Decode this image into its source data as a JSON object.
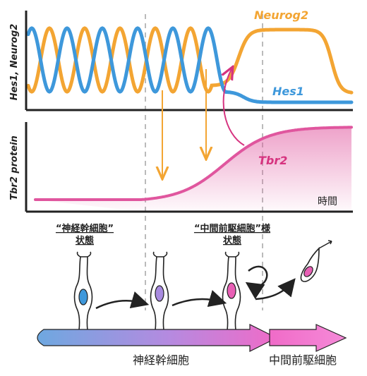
{
  "top_panel": {
    "ylabel": "Hes1, Neurog2",
    "series": [
      {
        "name": "Neurog2",
        "color": "#F3A533"
      },
      {
        "name": "Hes1",
        "color": "#3E98DB"
      }
    ]
  },
  "bottom_panel": {
    "ylabel": "Tbr2 protein",
    "xlabel": "時間",
    "series": [
      {
        "name": "Tbr2",
        "color": "#E0569E"
      }
    ]
  },
  "states": {
    "neural_stem": {
      "line1": "“神経幹細胞”",
      "line2": "状態"
    },
    "intermediate_like": {
      "line1": "“中間前駆細胞”様",
      "line2": "状態"
    }
  },
  "bottom_arrow": {
    "label_left": "神経幹細胞",
    "label_right": "中間前駆細胞"
  },
  "colors": {
    "neurog2": "#F3A533",
    "hes1": "#3E98DB",
    "tbr2": "#E0569E",
    "axis": "#222222",
    "dashed": "#BBBBBB",
    "grad_blue": "#6EA8E0",
    "grad_pink": "#F06BC8"
  }
}
